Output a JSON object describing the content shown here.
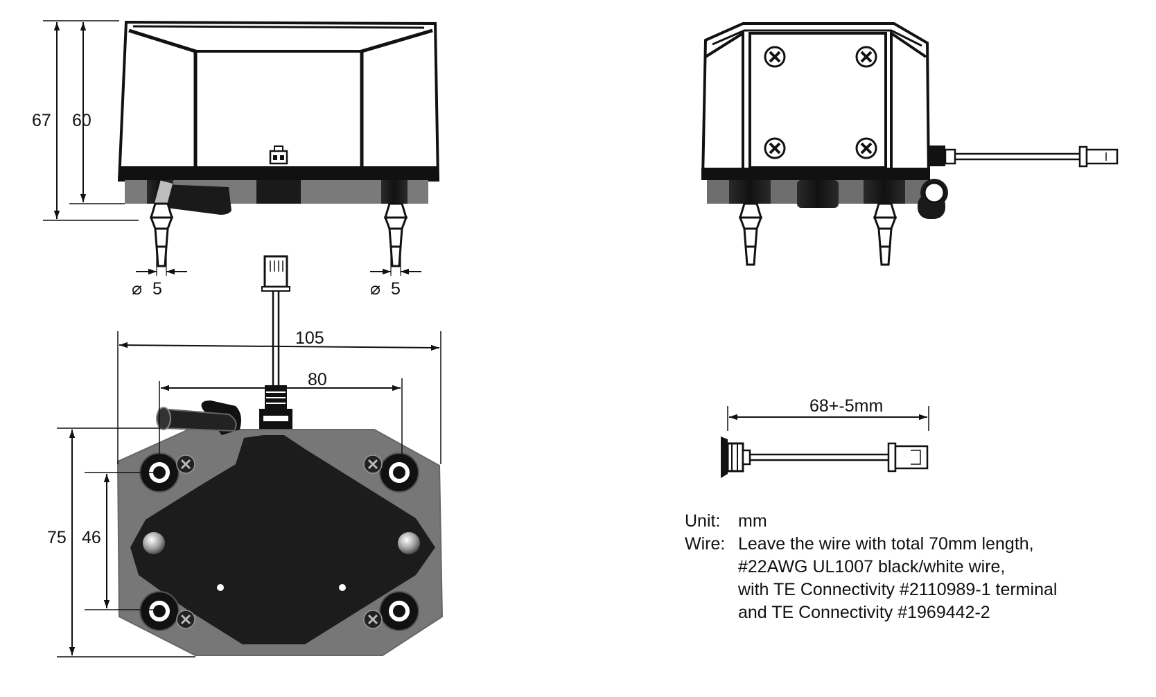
{
  "dimensions": {
    "front_height_overall": "67",
    "front_height_body": "60",
    "port_left_diameter": "5",
    "port_right_diameter": "5",
    "bottom_width_overall": "105",
    "bottom_mount_spacing_x": "80",
    "bottom_depth_overall": "75",
    "bottom_mount_spacing_y": "46",
    "wire_length": "68+-5mm"
  },
  "diameter_symbol": "⌀",
  "notes": {
    "unit_label": "Unit:",
    "unit_value": "mm",
    "wire_label": "Wire:",
    "wire_lines": [
      "Leave the wire with total 70mm length,",
      "#22AWG UL1007 black/white wire,",
      "with TE Connectivity #2110989-1 terminal",
      "and TE Connectivity #1969442-2"
    ]
  },
  "colors": {
    "ink": "#111111",
    "base_gray": "#6f6f6f",
    "plate_dark": "#1c1c1c"
  }
}
